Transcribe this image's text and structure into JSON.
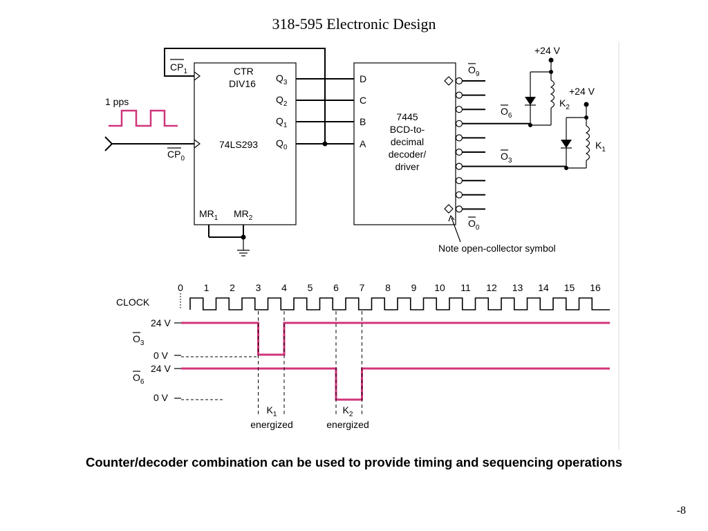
{
  "slide": {
    "title": "318-595 Electronic Design",
    "caption": "Counter/decoder combination can be used to provide timing and sequencing operations",
    "page_number": "-8"
  },
  "counter": {
    "cp1": "CP",
    "cp1_sub": "1",
    "cp0": "CP",
    "cp0_sub": "0",
    "name_line1": "CTR",
    "name_line2": "DIV16",
    "part": "74LS293",
    "q3": "Q",
    "q3_sub": "3",
    "q2": "Q",
    "q2_sub": "2",
    "q1": "Q",
    "q1_sub": "1",
    "q0": "Q",
    "q0_sub": "0",
    "mr1": "MR",
    "mr1_sub": "1",
    "mr2": "MR",
    "mr2_sub": "2"
  },
  "input_signal": {
    "label": "1 pps"
  },
  "decoder": {
    "in_d": "D",
    "in_c": "C",
    "in_b": "B",
    "in_a": "A",
    "line1": "7445",
    "line2": "BCD-to-",
    "line3": "decimal",
    "line4": "decoder/",
    "line5": "driver",
    "o9": "O",
    "o9_sub": "9",
    "o6": "O",
    "o6_sub": "6",
    "o3": "O",
    "o3_sub": "3",
    "o0": "O",
    "o0_sub": "0",
    "note": "Note open-collector symbol"
  },
  "relays": {
    "supply_top": "+24 V",
    "supply_second": "+24 V",
    "k2": "K",
    "k2_sub": "2",
    "k1": "K",
    "k1_sub": "1"
  },
  "timing": {
    "clock_label": "CLOCK",
    "ticks": [
      "0",
      "1",
      "2",
      "3",
      "4",
      "5",
      "6",
      "7",
      "8",
      "9",
      "10",
      "11",
      "12",
      "13",
      "14",
      "15",
      "16"
    ],
    "o3_label": "O",
    "o3_sub": "3",
    "o6_label": "O",
    "o6_sub": "6",
    "o3_high": "24 V",
    "o3_low": "0 V",
    "o6_high": "24 V",
    "o6_low": "0 V",
    "o3_low_interval": [
      3,
      4
    ],
    "o6_low_interval": [
      6,
      7
    ],
    "k1_label": "K",
    "k1_sub": "1",
    "k1_text": "energized",
    "k2_label": "K",
    "k2_sub": "2",
    "k2_text": "energized",
    "signal_color": "#d0357a"
  }
}
